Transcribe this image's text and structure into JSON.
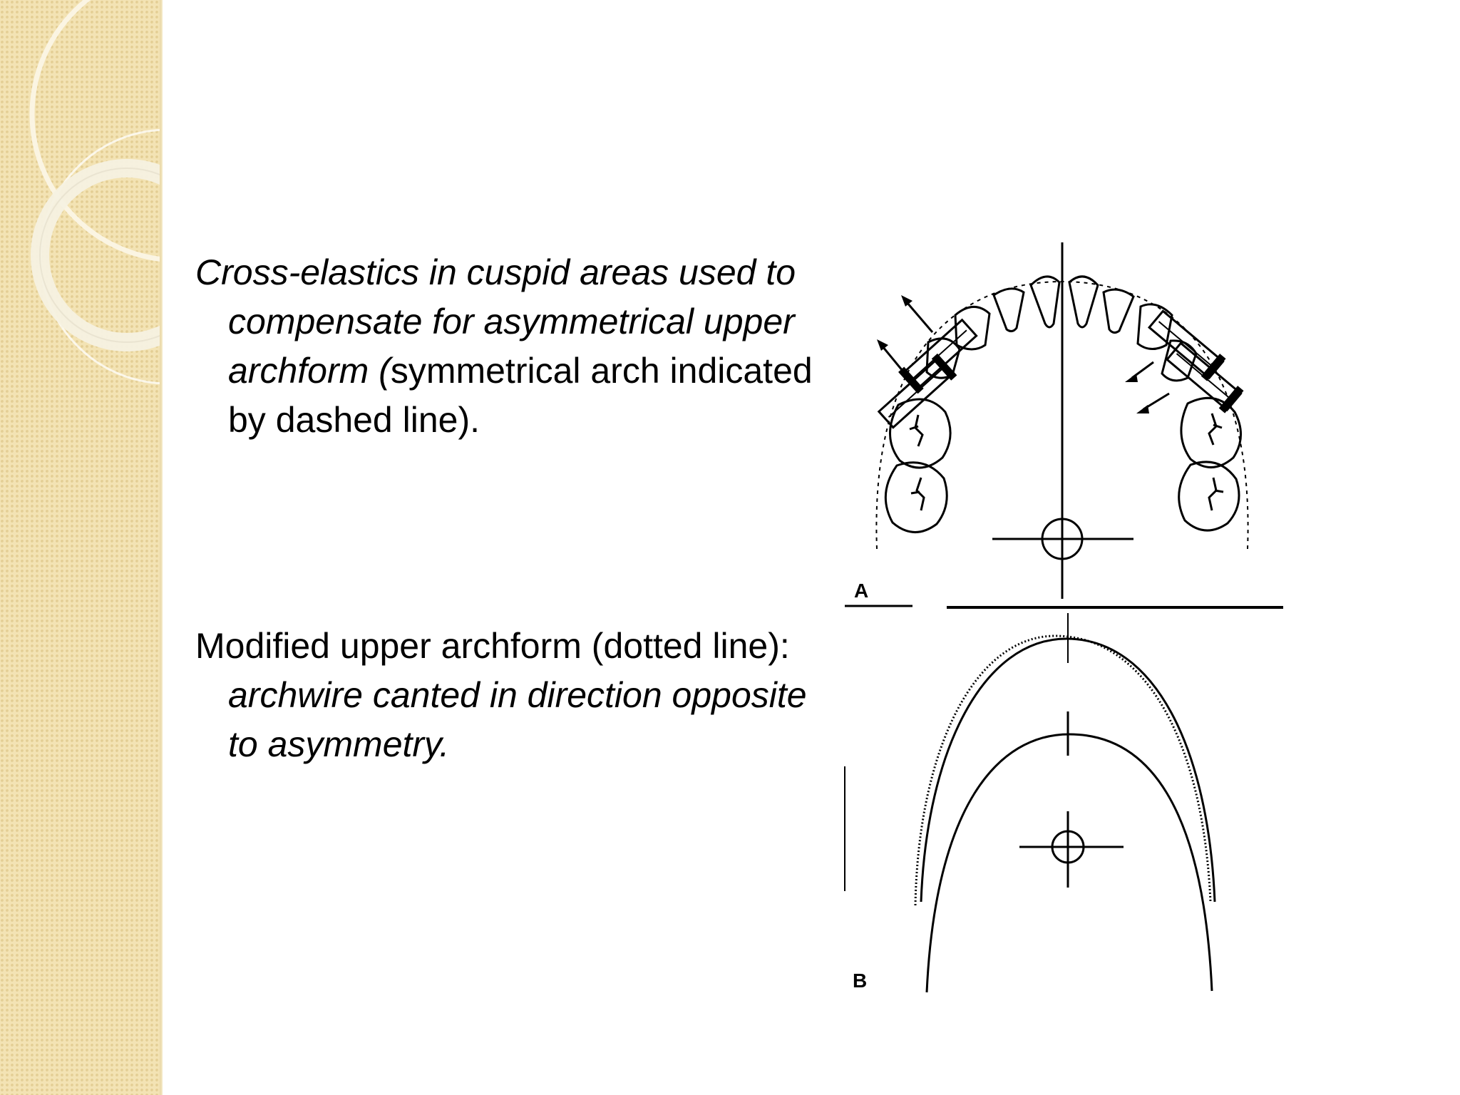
{
  "text": {
    "para1": {
      "lead_italic": "Cross-elastics in cuspid areas used to compensate for asymmetrical upper archform (",
      "trail": "symmetrical arch indicated by dashed line)."
    },
    "para2": {
      "lead": "Modified upper archform (dotted line): ",
      "trail_italic": "archwire canted in direction opposite to asymmetry."
    }
  },
  "figure": {
    "label_a": "A",
    "label_b": "B"
  }
}
